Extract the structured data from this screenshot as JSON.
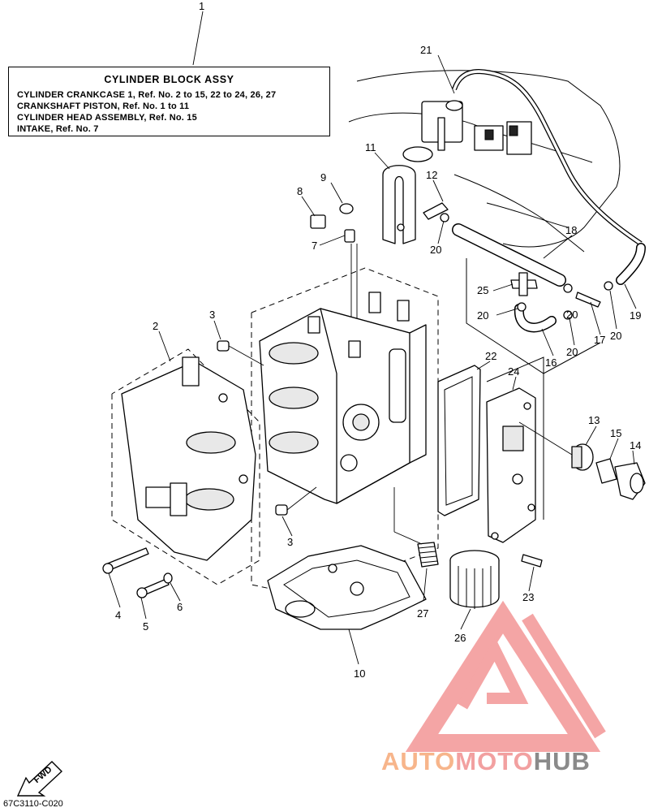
{
  "note_box": {
    "title": "CYLINDER BLOCK ASSY",
    "lines": [
      "CYLINDER CRANKCASE 1,  Ref. No. 2 to 15, 22 to 24, 26, 27",
      "CRANKSHAFT PISTON, Ref. No. 1 to 11",
      "CYLINDER HEAD ASSEMBLY, Ref. No. 15",
      "INTAKE, Ref. No. 7"
    ]
  },
  "callouts": {
    "c1": "1",
    "c2": "2",
    "c3a": "3",
    "c3b": "3",
    "c4": "4",
    "c5": "5",
    "c6": "6",
    "c7": "7",
    "c8": "8",
    "c9": "9",
    "c10": "10",
    "c11": "11",
    "c12": "12",
    "c13": "13",
    "c14": "14",
    "c15": "15",
    "c16": "16",
    "c17": "17",
    "c18": "18",
    "c19": "19",
    "c20a": "20",
    "c20b": "20",
    "c20c": "20",
    "c20d": "20",
    "c20e": "20",
    "c21": "21",
    "c22": "22",
    "c23": "23",
    "c24": "24",
    "c25": "25",
    "c26": "26",
    "c27": "27"
  },
  "fwd_label": "FWD",
  "drawing_code": "67C3110-C020",
  "watermark": {
    "part1": "AUTO",
    "part2": "MOTO",
    "part3": "HUB"
  },
  "colors": {
    "watermark_orange": "#f7b58b",
    "watermark_red": "#f2a0a0",
    "watermark_gray": "#8a8a8a",
    "line": "#000000"
  }
}
